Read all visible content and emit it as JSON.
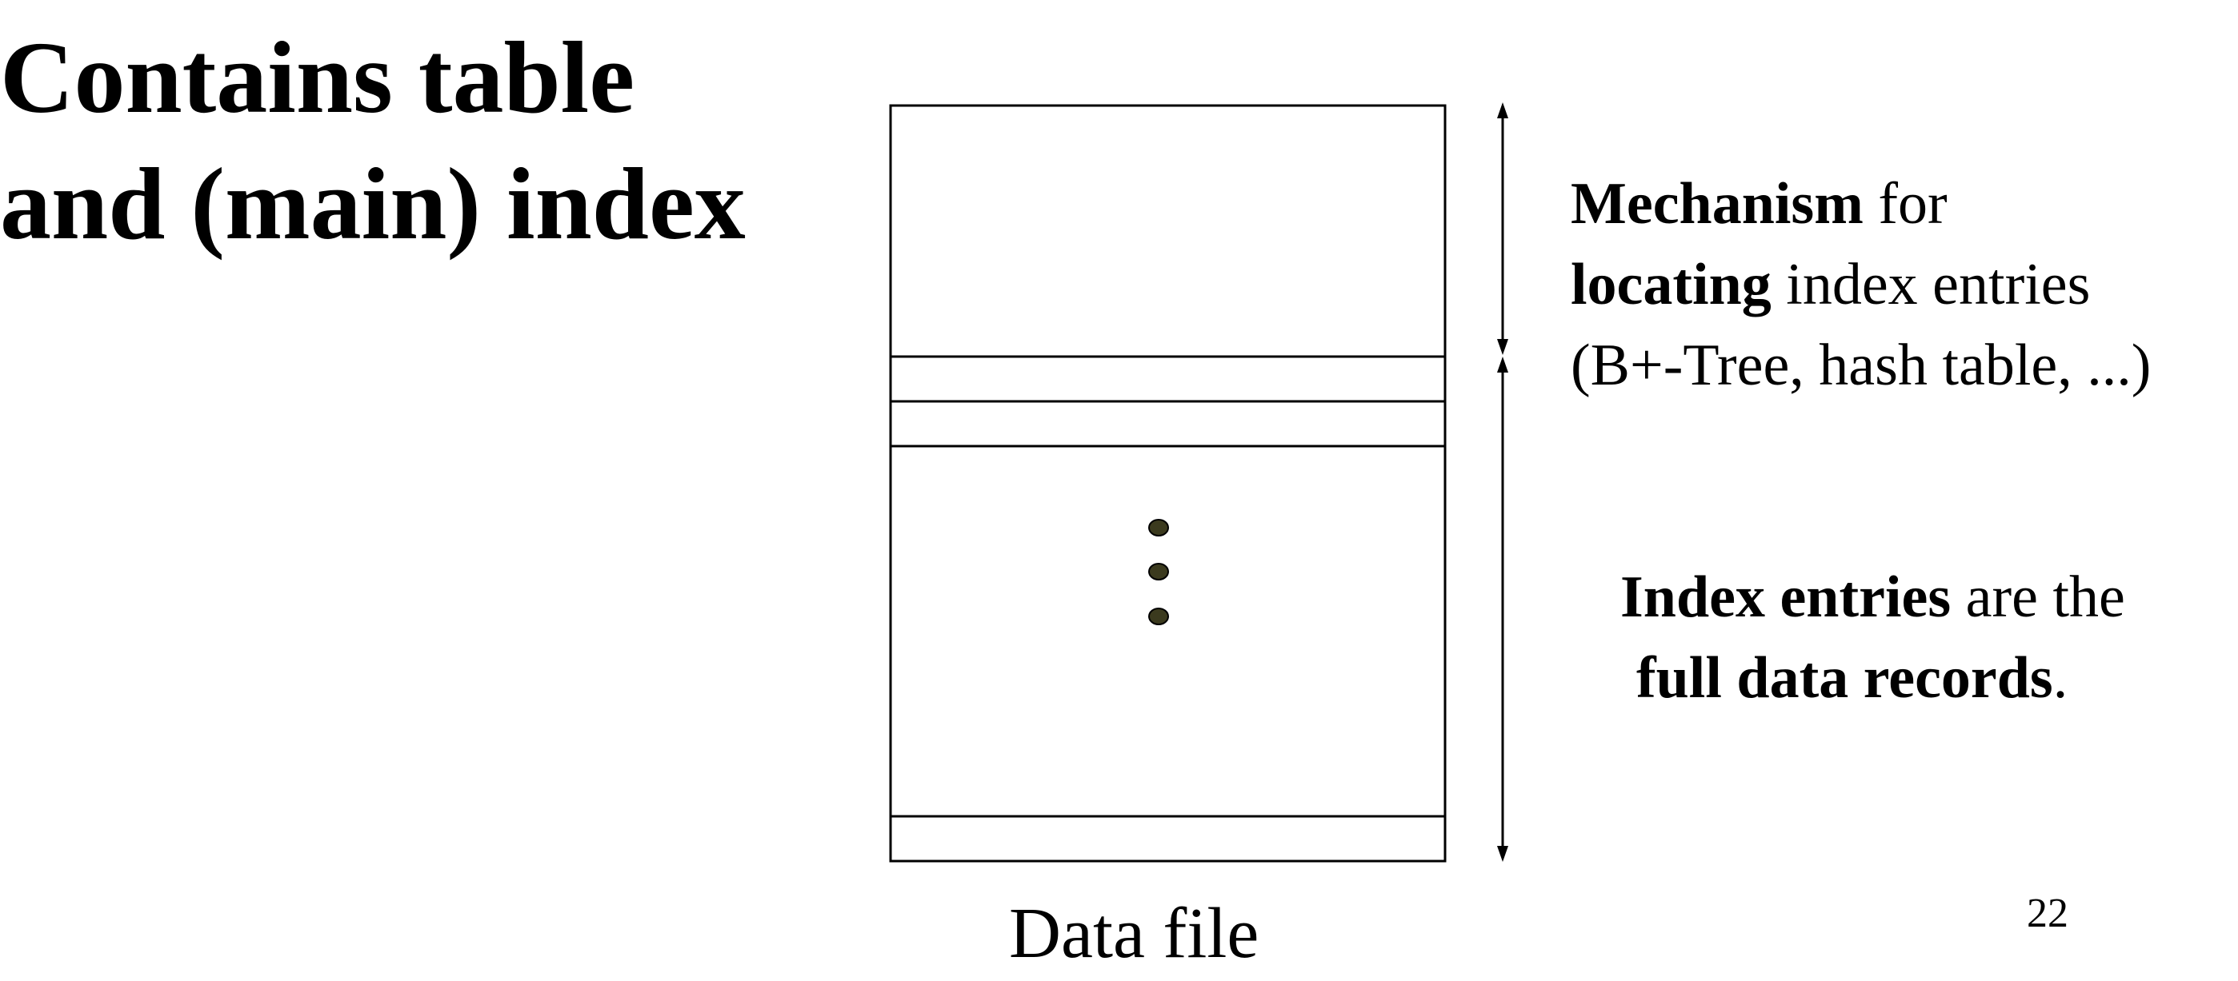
{
  "title": {
    "line1": "Contains table",
    "line2": "and (main) index"
  },
  "mechanism_note": {
    "line1_bold": "Mechanism",
    "line1_rest": " for",
    "line2_bold": "locating",
    "line2_rest": " index entries",
    "line3": "(B+-Tree, hash table, ...)"
  },
  "entries_note": {
    "line1_bold": "Index entries",
    "line1_rest": " are the",
    "line2_bold": "full data records",
    "line2_rest": "."
  },
  "caption": "Data file",
  "page_number": "22",
  "colors": {
    "stroke": "#000000",
    "dot_fill": "#3b3a1e",
    "background": "#ffffff"
  }
}
